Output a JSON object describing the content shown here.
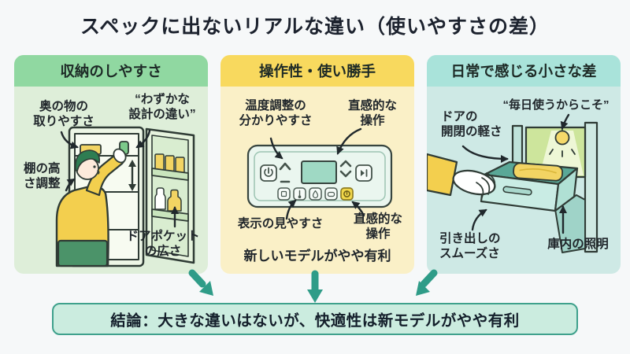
{
  "title": "スペックに出ないリアルな違い（使いやすさの差）",
  "conclusion": "結論：大きな違いはないが、快適性は新モデルがやや有利",
  "panels": [
    {
      "header": "収納のしやすさ",
      "labels": {
        "back_items": "奥の物の\n取りやすさ",
        "subtle_design": "“わずかな\n設計の違い”",
        "shelf_height": "棚の高\nさ調整",
        "door_pocket": "ドアポケット\nの広さ"
      }
    },
    {
      "header": "操作性・使い勝手",
      "labels": {
        "temp_control": "温度調整の\n分かりやすさ",
        "intuitive_top": "直感的な\n操作",
        "display_visibility": "表示の見やすさ",
        "intuitive_bottom": "直感的な\n操作",
        "verdict": "新しいモデルがやや有利"
      }
    },
    {
      "header": "日常で感じる小さな差",
      "labels": {
        "daily_use": "“毎日使うからこそ”",
        "door_lightness": "ドアの\n開閉の軽さ",
        "drawer_smoothness": "引き出しの\nスムーズさ",
        "interior_light": "庫内の照明"
      }
    }
  ],
  "colors": {
    "page_bg": "#f6f8f9",
    "title_text": "#1c222e",
    "panel1_header": "#90d8a1",
    "panel1_body": "#deeed9",
    "panel2_header": "#f8d95e",
    "panel2_body": "#faf0c7",
    "panel3_header": "#a9e3da",
    "panel3_body": "#cee9e5",
    "flow_arrow": "#2f9c88",
    "conclusion_bg": "#cbecdf",
    "conclusion_border": "#3fa18c",
    "accent_yellow": "#f2d463",
    "outline": "#2f3b35"
  }
}
